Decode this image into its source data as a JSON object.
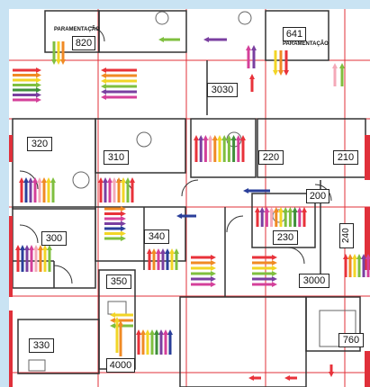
{
  "plan": {
    "rooms": {
      "r820": "820",
      "r641": "641",
      "r3030": "3030",
      "r320": "320",
      "r310": "310",
      "r220": "220",
      "r210": "210",
      "r200": "200",
      "r300": "300",
      "r340": "340",
      "r230": "230",
      "r240": "240",
      "r350": "350",
      "r3000": "3000",
      "r330": "330",
      "r760": "760",
      "r4000": "4000"
    },
    "notes": {
      "param_left": "PARAMENTAÇÃO",
      "param_right": "PARAMENTAÇÃO"
    }
  },
  "colors": {
    "background": "#c9e3f3",
    "grid": "#e0303a",
    "walls": "#333333",
    "arrow_red": "#e8323a",
    "arrow_orange": "#f08a24",
    "arrow_yellow": "#f2d526",
    "arrow_green": "#7fbf3f",
    "arrow_darkgreen": "#3f8f3a",
    "arrow_purple": "#7a3fa0",
    "arrow_magenta": "#d4409a",
    "arrow_blue": "#2a3f9a",
    "arrow_pink": "#f4a9b8"
  }
}
